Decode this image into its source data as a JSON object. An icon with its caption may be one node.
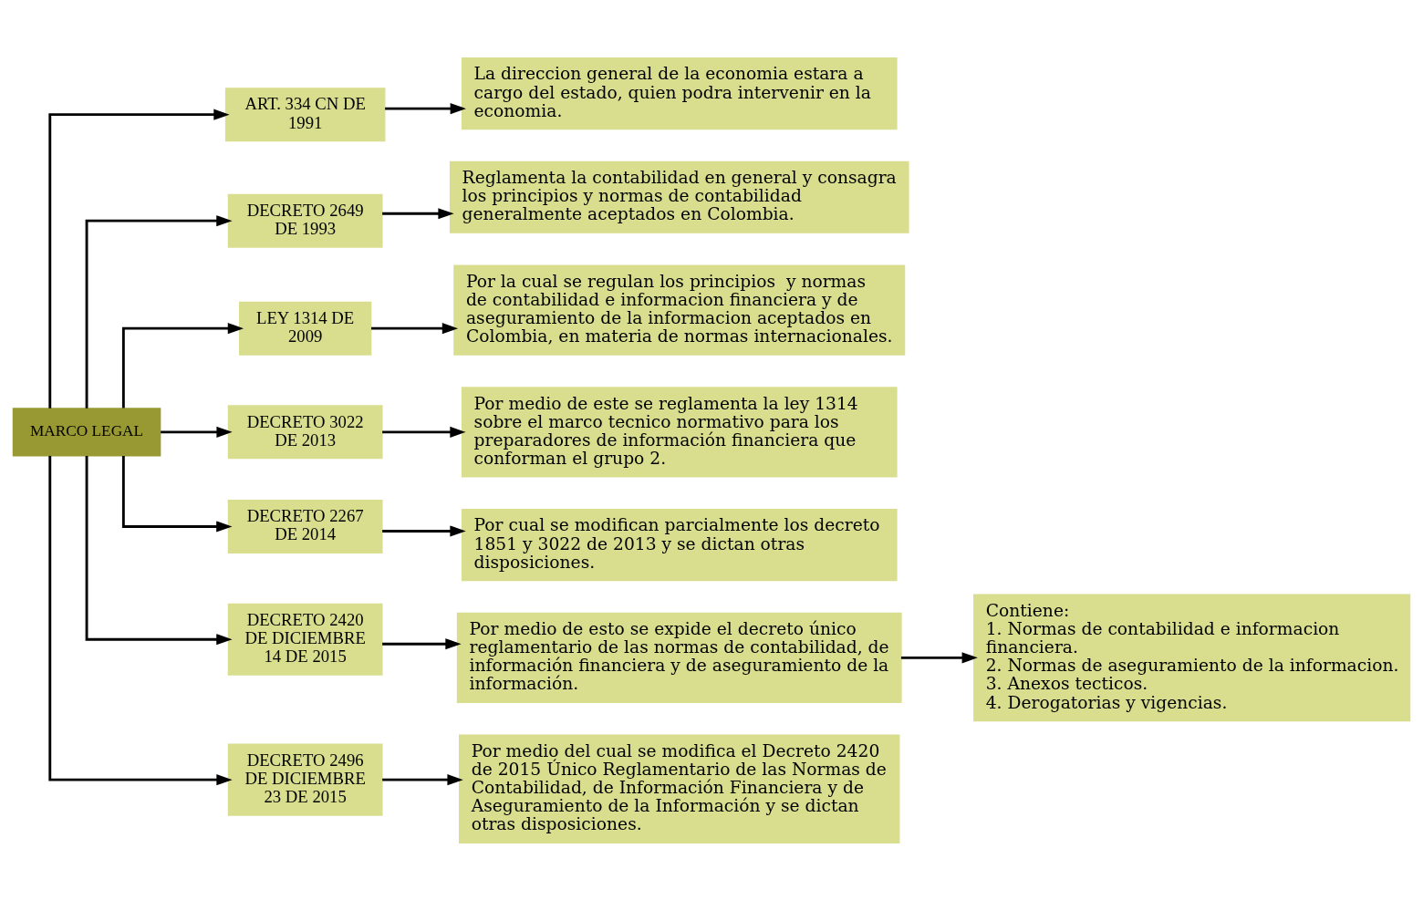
{
  "diagram": {
    "nodes": [
      {
        "text": [
          "MARCO LEGAL"
        ]
      },
      {
        "text": [
          "ART. 334 CN DE 1991"
        ]
      },
      {
        "text": [
          "DECRETO 2649 DE 1993"
        ]
      },
      {
        "text": [
          "LEY 1314 DE 2009"
        ]
      },
      {
        "text": [
          "DECRETO 3022 DE 2013"
        ]
      },
      {
        "text": [
          "DECRETO 2267 DE 2014"
        ]
      },
      {
        "text": [
          "DECRETO 2420 DE DICIEMBRE 14 DE 2015"
        ]
      },
      {
        "text": [
          "DECRETO 2496 DE DICIEMBRE 23 DE 2015"
        ]
      },
      {
        "text": [
          "La direccion general de la economia estara a cargo del estado, quien podra intervenir en la economia."
        ]
      },
      {
        "text": [
          "Reglamenta la contabilidad en general y consagra los principios y normas de contabilidad generalmente aceptados en Colombia."
        ]
      },
      {
        "text": [
          "Por la cual se regulan los principios  y normas de contabilidad e informacion financiera y de aseguramiento de la informacion aceptados en Colombia, en materia de normas internacionales."
        ]
      },
      {
        "text": [
          "Por medio de este se reglamenta la ley 1314 sobre el marco tecnico normativo para los preparadores de información financiera que conforman el grupo 2."
        ]
      },
      {
        "text": [
          "Por cual se modifican parcialmente los decreto 1851 y 3022 de 2013 y se dictan otras disposiciones."
        ]
      },
      {
        "text": [
          "Por medio de esto se expide el decreto único reglamentario de las normas de contabilidad, de información financiera y de aseguramiento de la información."
        ]
      },
      {
        "text": [
          "Por medio del cual se modifica el Decreto 2420 de 2015 Único Reglamentario de las Normas de Contabilidad, de Información Financiera y de Aseguramiento de la Información y se dictan otras disposiciones."
        ]
      },
      {
        "text": [
          "Contiene:",
          "1. Normas de contabilidad e informacion financiera.",
          "2. Normas de aseguramiento de la informacion.",
          "3. Anexos tecticos.",
          "4. Derogatorias y vigencias."
        ]
      }
    ],
    "edges": [
      {
        "from": 0,
        "to": 1,
        "arrow": "to"
      },
      {
        "from": 0,
        "to": 2,
        "arrow": "to"
      },
      {
        "from": 0,
        "to": 3,
        "arrow": "to"
      },
      {
        "from": 0,
        "to": 4,
        "arrow": "to"
      },
      {
        "from": 0,
        "to": 5,
        "arrow": "to"
      },
      {
        "from": 0,
        "to": 6,
        "arrow": "to"
      },
      {
        "from": 0,
        "to": 7,
        "arrow": "to"
      },
      {
        "from": 1,
        "to": 8,
        "arrow": "to"
      },
      {
        "from": 2,
        "to": 9,
        "arrow": "to"
      },
      {
        "from": 3,
        "to": 10,
        "arrow": "to"
      },
      {
        "from": 4,
        "to": 11,
        "arrow": "to"
      },
      {
        "from": 5,
        "to": 12,
        "arrow": "to"
      },
      {
        "from": 6,
        "to": 13,
        "arrow": "to"
      },
      {
        "from": 7,
        "to": 14,
        "arrow": "to"
      },
      {
        "from": 13,
        "to": 15,
        "arrow": "to"
      }
    ]
  }
}
